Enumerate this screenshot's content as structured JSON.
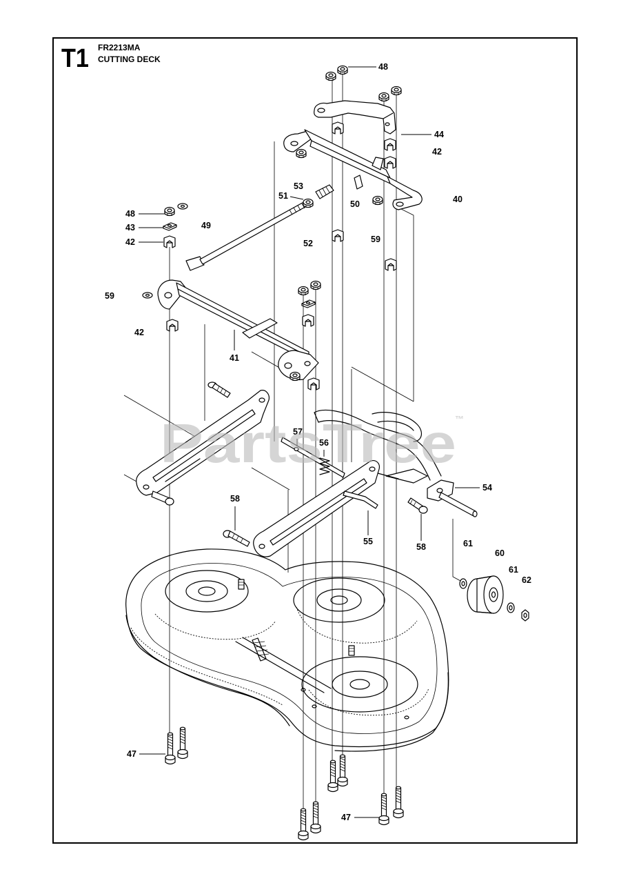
{
  "header": {
    "section": "T1",
    "model": "FR2213MA",
    "title": "CUTTING DECK"
  },
  "watermark": {
    "text": "PartsTree",
    "trademark": "™"
  },
  "callouts": [
    "48",
    "44",
    "42",
    "53",
    "51",
    "50",
    "40",
    "48",
    "43",
    "49",
    "42",
    "52",
    "59",
    "59",
    "42",
    "41",
    "57",
    "56",
    "54",
    "58",
    "55",
    "58",
    "61",
    "60",
    "61",
    "62",
    "47",
    "47"
  ],
  "colors": {
    "line": "#000000",
    "background": "#ffffff",
    "watermark": "#b9b9b9"
  }
}
